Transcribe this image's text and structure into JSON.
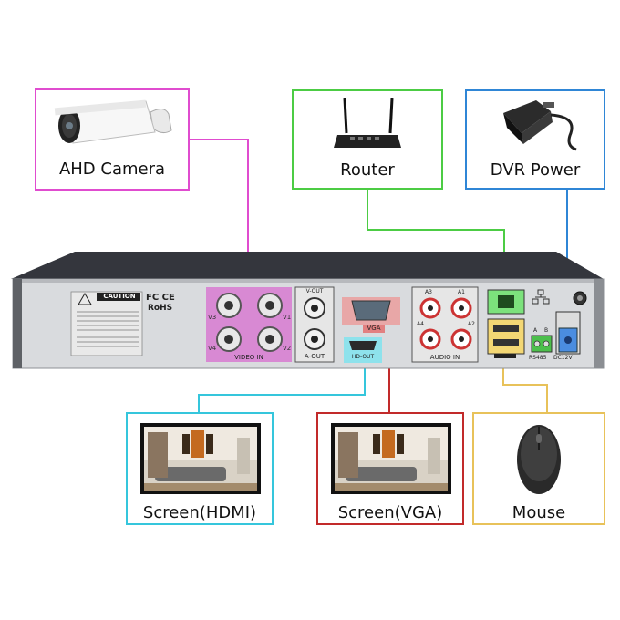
{
  "diagram": {
    "devices": {
      "ahd_camera": {
        "label": "AHD Camera",
        "color": "#e04ccf"
      },
      "router": {
        "label": "Router",
        "color": "#4ccc44"
      },
      "dvr_power": {
        "label": "DVR Power",
        "color": "#2f86d6"
      },
      "screen_hdmi": {
        "label": "Screen(HDMI)",
        "color": "#35c6dc"
      },
      "screen_vga": {
        "label": "Screen(VGA)",
        "color": "#c22a2a"
      },
      "mouse": {
        "label": "Mouse",
        "color": "#e8c25a"
      }
    },
    "dvr_panel": {
      "video_in": "VIDEO IN",
      "v_out": "V-OUT",
      "a_out": "A-OUT",
      "vga": "VGA",
      "hd_out": "HD-OUT",
      "audio_in": "AUDIO IN",
      "rs485": "RS485",
      "dc12v": "DC12V",
      "caution": "CAUTION",
      "fc": "FC CE",
      "rohs": "RoHS",
      "channel_labels": [
        "V3",
        "V1",
        "V4",
        "V2"
      ],
      "audio_labels": [
        "A3",
        "A1",
        "A4",
        "A2"
      ],
      "rs485_pins": [
        "A",
        "B"
      ]
    }
  }
}
